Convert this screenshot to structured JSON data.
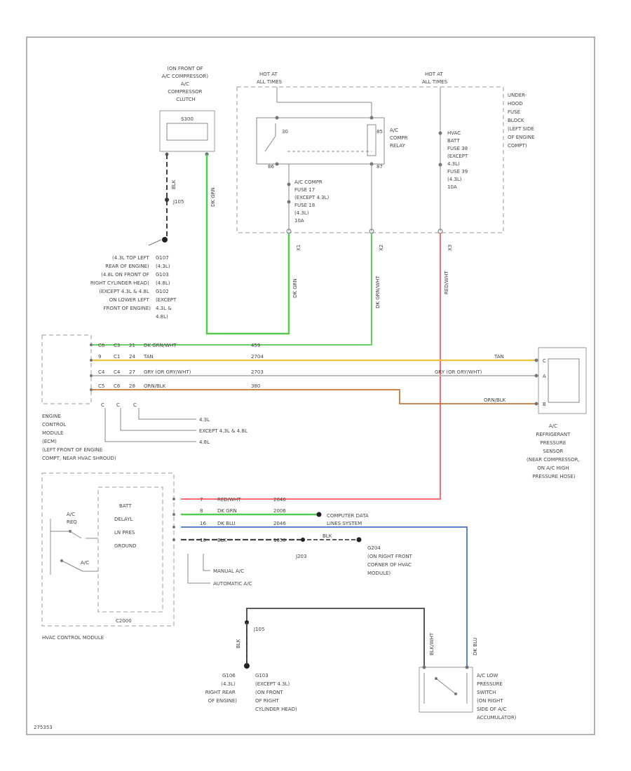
{
  "figure_id": "275353",
  "colors": {
    "green": "#54c954",
    "red": "#ff6b6b",
    "yellow": "#f0c040",
    "orange": "#c87832",
    "blue": "#5a80d8",
    "black": "#333333",
    "grey_wire": "#b4b4b4",
    "box_line": "#999999"
  },
  "labels": {
    "compressor_clutch": [
      "(ON FRONT OF",
      "A/C COMPRESSOR)",
      "A/C",
      "COMPRESSOR",
      "CLUTCH",
      "S300"
    ],
    "hot_at_all_times_left": [
      "HOT AT",
      "ALL TIMES"
    ],
    "hot_at_all_times_right": [
      "HOT AT",
      "ALL TIMES"
    ],
    "underhood_fuse_block": [
      "UNDER-",
      "HOOD",
      "FUSE",
      "BLOCK",
      "(LEFT SIDE",
      "OF ENGINE",
      "COMPT)"
    ],
    "ac_compr_relay": [
      "A/C",
      "COMPR",
      "RELAY"
    ],
    "ac_compr_fuse": [
      "A/C COMPR",
      "FUSE 17",
      "(EXCEPT 4.3L)",
      "FUSE 18",
      "(4.3L)",
      "10A"
    ],
    "hvac_batt_fuse": [
      "HVAC",
      "BATT",
      "FUSE 38",
      "(EXCEPT",
      "4.3L)",
      "FUSE 39",
      "(4.3L)",
      "10A"
    ],
    "relay_pins": [
      "86",
      "30",
      "87",
      "85"
    ],
    "j105": "J105",
    "j105_lower": "J105",
    "j203": "J203",
    "ground_left_desc": [
      "(4.3L TOP LEFT",
      "REAR OF ENGINE)",
      "(4.8L ON FRONT OF",
      "RIGHT CYLINDER HEAD)",
      "(EXCEPT 4.3L & 4.8L",
      "ON LOWER LEFT",
      "FRONT OF ENGINE)"
    ],
    "ground_left_ids": [
      "G107",
      "(4.3L)",
      "G103",
      "(4.8L)",
      "G102",
      "(EXCEPT",
      "4.3L &",
      "4.8L)"
    ],
    "ecm": [
      "ENGINE",
      "CONTROL",
      "MODULE",
      "(ECM)",
      "(LEFT FRONT OF ENGINE",
      "COMPT, NEAR HVAC SHROUD)"
    ],
    "ecm_variants": [
      "4.3L",
      "EXCEPT 4.3L & 4.8L",
      "4.8L"
    ],
    "pressure_sensor": [
      "A/C",
      "REFRIGERANT",
      "PRESSURE",
      "SENSOR",
      "(NEAR COMPRESSOR,",
      "ON A/C HIGH",
      "PRESSURE HOSE)"
    ],
    "hvac_module_internal": [
      "BATT",
      "DELAYL",
      "LN PRES",
      "GROUND"
    ],
    "hvac_switches": [
      "A/C",
      "REQ",
      "A/C"
    ],
    "hvac_variants": [
      "MANUAL A/C",
      "AUTOMATIC A/C"
    ],
    "hvac_module_footer": "HVAC CONTROL MODULE",
    "hvac_conn": "C2000",
    "comp_data_link": [
      "COMPUTER DATA",
      "LINES SYSTEM"
    ],
    "g204": [
      "G204",
      "(ON RIGHT FRONT",
      "CORNER OF HVAC",
      "MODULE)"
    ],
    "ground_bottom_left": [
      "G106",
      "(4.3L)",
      "RIGHT REAR",
      "OF ENGINE)"
    ],
    "ground_bottom_right": [
      "G103",
      "(EXCEPT 4.3L)",
      "(ON FRONT",
      "OF RIGHT",
      "CYLINDER HEAD)"
    ],
    "low_pressure_switch": [
      "A/C LOW",
      "PRESSURE",
      "SWITCH",
      "(ON RIGHT",
      "SIDE OF A/C",
      "ACCUMULATOR)"
    ]
  },
  "wires": {
    "compressor_ground": "BLK",
    "compressor_feed": "DK GRN",
    "relay_to_ecm": "DK GRN/WHT",
    "fuse_to_relay": "DK GRN",
    "hot_feed": "RED/WHT",
    "ecm_rows": [
      {
        "pins": [
          "C6",
          "C3",
          "21"
        ],
        "color": "DK GRN/WHT",
        "circuit": "459"
      },
      {
        "pins": [
          "9",
          "C1",
          "24"
        ],
        "color": "TAN",
        "circuit": "2704"
      },
      {
        "pins": [
          "C4",
          "C4",
          "27"
        ],
        "color": "GRY (OR GRY/WHT)",
        "circuit": "2703"
      },
      {
        "pins": [
          "C5",
          "C6",
          "28"
        ],
        "color": "ORN/BLK",
        "circuit": "380"
      }
    ],
    "sensor_rows": [
      {
        "color": "TAN",
        "pin": "C"
      },
      {
        "color": "GRY (OR GRY/WHT)",
        "pin": "A"
      },
      {
        "color": "ORN/BLK",
        "pin": "B"
      }
    ],
    "hvac_rows": [
      {
        "pin": "7",
        "color": "RED/WHT",
        "circuit": "2040"
      },
      {
        "pin": "8",
        "color": "DK GRN",
        "circuit": "2006"
      },
      {
        "pin": "16",
        "color": "DK BLU",
        "circuit": "2046"
      },
      {
        "pin": "10",
        "color": "BLK",
        "circuit": "1650"
      }
    ],
    "j203_out": "BLK",
    "lps_ground": "BLK/WHT",
    "lps_signal": "DK BLU",
    "low_ground": "BLK"
  },
  "connectors": {
    "c2_left": "X1",
    "c2_mid": "X2",
    "c2_right": "X3"
  }
}
